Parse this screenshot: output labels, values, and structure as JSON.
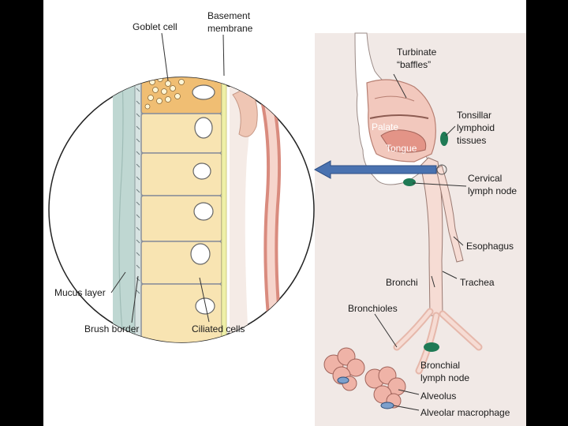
{
  "colors": {
    "background": "#000000",
    "slide": "#ffffff",
    "right_panel": "#f1e9e6",
    "tissue_pink": "#f2c8bd",
    "epithelium": "#f8e4b2",
    "goblet": "#f0be73",
    "mucus": "#bfd7d2",
    "lymph_node": "#1f7a55",
    "arrow": "#4a72b0"
  },
  "labels": {
    "goblet_cell": "Goblet cell",
    "basement_membrane_1": "Basement",
    "basement_membrane_2": "membrane",
    "mucus_layer": "Mucus layer",
    "brush_border": "Brush border",
    "ciliated_cells": "Ciliated cells",
    "turbinate_1": "Turbinate",
    "turbinate_2": "“baffles”",
    "tonsillar_1": "Tonsillar",
    "tonsillar_2": "lymphoid",
    "tonsillar_3": "tissues",
    "palate": "Palate",
    "tongue": "Tongue",
    "cervical_1": "Cervical",
    "cervical_2": "lymph node",
    "esophagus": "Esophagus",
    "bronchi": "Bronchi",
    "trachea": "Trachea",
    "bronchioles": "Bronchioles",
    "bronchial_1": "Bronchial",
    "bronchial_2": "lymph node",
    "alveolus": "Alveolus",
    "alveolar_macrophage": "Alveolar macrophage"
  }
}
